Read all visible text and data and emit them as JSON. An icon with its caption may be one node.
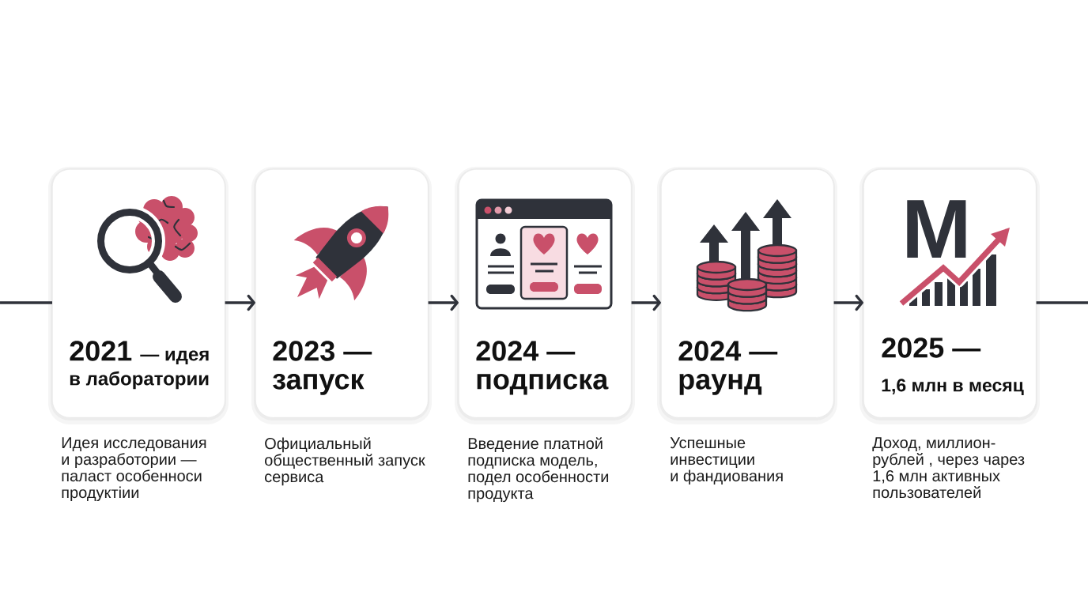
{
  "diagram": {
    "nodes": [
      {
        "text": [
          "2021",
          "— идея в лаборатории"
        ],
        "beside": [
          "Идея исследования и разработории — паласт особенноси продуктiии"
        ]
      },
      {
        "text": [
          "2023 — запуск"
        ],
        "beside": [
          "Официальный общественный запуск сервиса"
        ]
      },
      {
        "text": [
          "2024 — подписка"
        ],
        "beside": [
          "Введение платной подписка модель, подел особенности продукта"
        ]
      },
      {
        "text": [
          "2024 — раунд"
        ],
        "beside": [
          "Успешные инвестиции и фандиования"
        ]
      },
      {
        "text": [
          "2025 —",
          "1,6 млн в месяц"
        ],
        "beside": [
          "Доход, миллион- рублей , через чарез 1,6 млн активных пользователей"
        ]
      }
    ],
    "edges": [
      {
        "from": null,
        "to": 0,
        "arrow": "none"
      },
      {
        "from": 0,
        "to": 1,
        "arrow": "to"
      },
      {
        "from": 1,
        "to": 2,
        "arrow": "to"
      },
      {
        "from": 2,
        "to": 3,
        "arrow": "to"
      },
      {
        "from": 3,
        "to": 4,
        "arrow": "to"
      },
      {
        "from": 4,
        "to": null,
        "arrow": "none"
      }
    ],
    "labels": [
      "M"
    ]
  }
}
